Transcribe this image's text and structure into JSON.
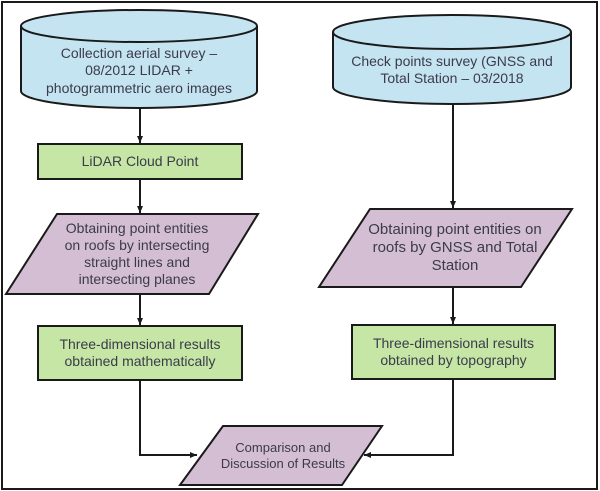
{
  "colors": {
    "database_fill": "#c5e4f2",
    "process_fill": "#c6e6a6",
    "io_fill": "#d4bed3",
    "stroke": "#1a1a1a",
    "text": "#3b3b4a"
  },
  "nodes": {
    "source_left": {
      "shape": "cylinder",
      "text": "Collection aerial survey – 08/2012 LIDAR + photogrammetric aero images"
    },
    "source_right": {
      "shape": "cylinder",
      "text": "Check points survey (GNSS and Total Station – 03/2018"
    },
    "lidar_cloud": {
      "shape": "rectangle",
      "text": "LiDAR Cloud Point"
    },
    "obtain_left": {
      "shape": "parallelogram",
      "text": "Obtaining point entities on roofs by intersecting straight lines and intersecting planes"
    },
    "obtain_right": {
      "shape": "parallelogram",
      "text": "Obtaining point entities on roofs by GNSS and Total Station"
    },
    "result_left": {
      "shape": "rectangle",
      "text": "Three-dimensional results obtained mathematically"
    },
    "result_right": {
      "shape": "rectangle",
      "text": "Three-dimensional results obtained by topography"
    },
    "comparison": {
      "shape": "parallelogram",
      "text": "Comparison and Discussion of Results"
    }
  },
  "edges": [
    {
      "from": "source_left",
      "to": "lidar_cloud"
    },
    {
      "from": "lidar_cloud",
      "to": "obtain_left"
    },
    {
      "from": "obtain_left",
      "to": "result_left"
    },
    {
      "from": "result_left",
      "to": "comparison"
    },
    {
      "from": "source_right",
      "to": "obtain_right"
    },
    {
      "from": "obtain_right",
      "to": "result_right"
    },
    {
      "from": "result_right",
      "to": "comparison"
    }
  ]
}
